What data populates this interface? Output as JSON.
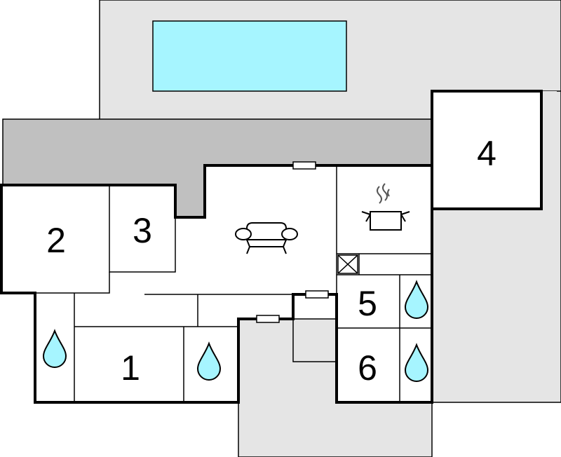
{
  "colors": {
    "terrace": "#e5e5e5",
    "roofed_terrace": "#c0c0c0",
    "pool": "#a6f5ff",
    "water": "#a6f5ff",
    "interior": "#ffffff",
    "wall": "#000000"
  },
  "icons": {
    "living": "sofa-icon",
    "kitchen": "cooking-pot-icon",
    "water": "water-drop-icon",
    "stairs": "stairwell-icon",
    "window": "window-icon"
  },
  "rooms": [
    {
      "id": "room-1",
      "label": "1"
    },
    {
      "id": "room-2",
      "label": "2"
    },
    {
      "id": "room-3",
      "label": "3"
    },
    {
      "id": "room-4",
      "label": "4"
    },
    {
      "id": "room-5",
      "label": "5"
    },
    {
      "id": "room-6",
      "label": "6"
    }
  ]
}
